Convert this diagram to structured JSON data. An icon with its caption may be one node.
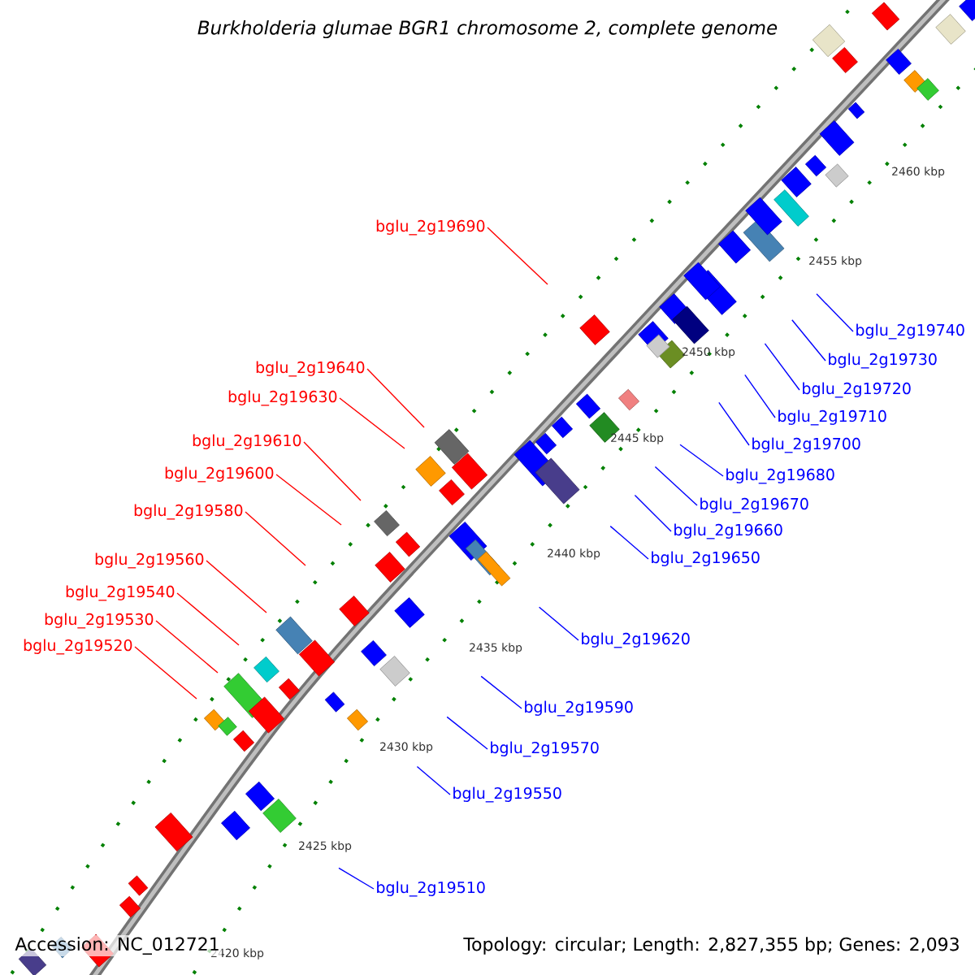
{
  "diagram": {
    "title": "Burkholderia glumae BGR1 chromosome 2, complete genome",
    "nodes": [
      {
        "text": [
          "bglu_2g19690"
        ]
      },
      {
        "text": [
          "bglu_2g19640"
        ]
      },
      {
        "text": [
          "bglu_2g19630"
        ]
      },
      {
        "text": [
          "bglu_2g19610"
        ]
      },
      {
        "text": [
          "bglu_2g19600"
        ]
      },
      {
        "text": [
          "bglu_2g19580"
        ]
      },
      {
        "text": [
          "bglu_2g19560"
        ]
      },
      {
        "text": [
          "bglu_2g19540"
        ]
      },
      {
        "text": [
          "bglu_2g19530"
        ]
      },
      {
        "text": [
          "bglu_2g19520"
        ]
      },
      {
        "text": [
          "bglu_2g19740"
        ]
      },
      {
        "text": [
          "bglu_2g19730"
        ]
      },
      {
        "text": [
          "bglu_2g19720"
        ]
      },
      {
        "text": [
          "bglu_2g19710"
        ]
      },
      {
        "text": [
          "bglu_2g19700"
        ]
      },
      {
        "text": [
          "bglu_2g19680"
        ]
      },
      {
        "text": [
          "bglu_2g19670"
        ]
      },
      {
        "text": [
          "bglu_2g19660"
        ]
      },
      {
        "text": [
          "bglu_2g19650"
        ]
      },
      {
        "text": [
          "bglu_2g19620"
        ]
      },
      {
        "text": [
          "bglu_2g19590"
        ]
      },
      {
        "text": [
          "bglu_2g19570"
        ]
      },
      {
        "text": [
          "bglu_2g19550"
        ]
      },
      {
        "text": [
          "bglu_2g19510"
        ]
      }
    ],
    "edges": [
      {
        "from": 0,
        "to": null,
        "arrow": "none",
        "color": "#ff0000"
      },
      {
        "from": 1,
        "to": null,
        "arrow": "none",
        "color": "#ff0000"
      },
      {
        "from": 2,
        "to": null,
        "arrow": "none",
        "color": "#ff0000"
      },
      {
        "from": 3,
        "to": null,
        "arrow": "none",
        "color": "#ff0000"
      },
      {
        "from": 4,
        "to": null,
        "arrow": "none",
        "color": "#ff0000"
      },
      {
        "from": 5,
        "to": null,
        "arrow": "none",
        "color": "#ff0000"
      },
      {
        "from": 6,
        "to": null,
        "arrow": "none",
        "color": "#ff0000"
      },
      {
        "from": 7,
        "to": null,
        "arrow": "none",
        "color": "#ff0000"
      },
      {
        "from": 8,
        "to": null,
        "arrow": "none",
        "color": "#ff0000"
      },
      {
        "from": 9,
        "to": null,
        "arrow": "none",
        "color": "#ff0000"
      },
      {
        "from": 10,
        "to": null,
        "arrow": "none"
      },
      {
        "from": 11,
        "to": null,
        "arrow": "none"
      },
      {
        "from": 12,
        "to": null,
        "arrow": "none"
      },
      {
        "from": 13,
        "to": null,
        "arrow": "none"
      },
      {
        "from": 14,
        "to": null,
        "arrow": "none"
      },
      {
        "from": 15,
        "to": null,
        "arrow": "none"
      },
      {
        "from": 16,
        "to": null,
        "arrow": "none"
      },
      {
        "from": 17,
        "to": null,
        "arrow": "none"
      },
      {
        "from": 18,
        "to": null,
        "arrow": "none"
      },
      {
        "from": 19,
        "to": null,
        "arrow": "none"
      },
      {
        "from": 20,
        "to": null,
        "arrow": "none"
      },
      {
        "from": 21,
        "to": null,
        "arrow": "none"
      },
      {
        "from": 22,
        "to": null,
        "arrow": "none"
      },
      {
        "from": 23,
        "to": null,
        "arrow": "none"
      }
    ],
    "labels": [
      "2460 kbp",
      "2455 kbp",
      "2450 kbp",
      "2445 kbp",
      "2440 kbp",
      "2435 kbp",
      "2430 kbp",
      "2425 kbp",
      "2420 kbp",
      "Accession: NC_012721",
      "Topology: circular; Length: 2,827,355 bp; Genes: 2,093"
    ]
  }
}
